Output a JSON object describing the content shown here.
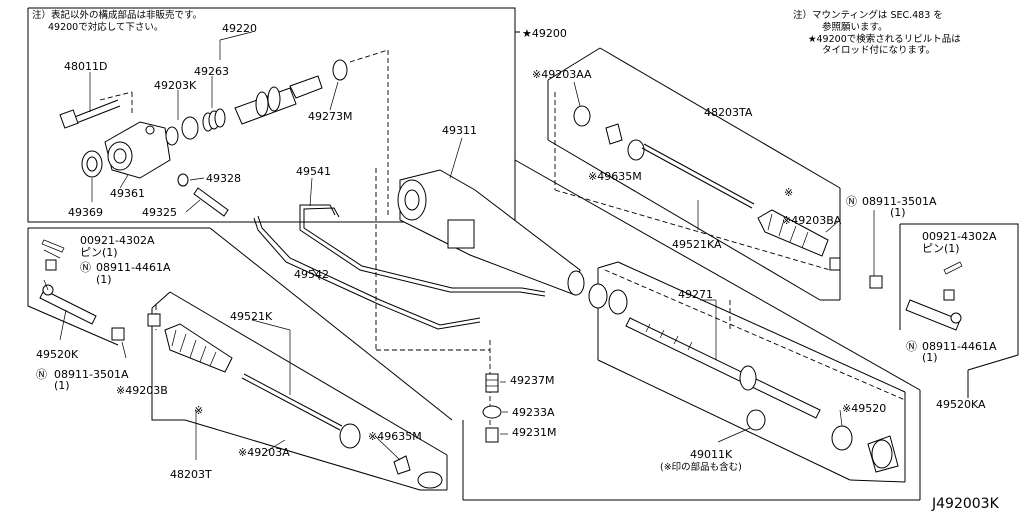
{
  "notes": {
    "top_left": [
      "注）表記以外の構成部品は非販売です。",
      "49200で対応して下さい。"
    ],
    "top_right": [
      "注）マウンティングは SEC.483 を",
      "参照願います。",
      "★49200で検索されるリビルト品は",
      "タイロッド付になります。"
    ]
  },
  "labels": {
    "p49220": "49220",
    "p48011D": "48011D",
    "p49203K": "49203K",
    "p49263": "49263",
    "p49273M": "49273M",
    "p49361": "49361",
    "p49328": "49328",
    "p49369": "49369",
    "p49325": "49325",
    "p49200": "★49200",
    "p49311": "49311",
    "p49541": "49541",
    "p49542": "49542",
    "p00921L": "00921-4302A",
    "pinL": "ピン(1)",
    "p08911L_pre": "Ⓝ",
    "p08911L": "08911-4461A",
    "qtyL": "(1)",
    "p49520K": "49520K",
    "p08911L2_pre": "Ⓝ",
    "p08911L2": "08911-3501A",
    "qtyL2": "(1)",
    "p49203B": "※49203B",
    "p49521K": "49521K",
    "p48203T": "48203T",
    "p49203A": "※49203A",
    "p49635M_L": "※49635M",
    "p49237M": "49237M",
    "p49233A": "49233A",
    "p49231M": "49231M",
    "p49271": "49271",
    "p49011K": "49011K",
    "p49011K_note": "(※印の部品も含む)",
    "p49520": "※49520",
    "p49203AA": "※49203AA",
    "p48203TA": "48203TA",
    "p49635M_R": "※49635M",
    "star_mark": "※",
    "p49521KA": "49521KA",
    "p49203BA": "※49203BA",
    "p08911R_pre": "Ⓝ",
    "p08911R": "08911-3501A",
    "qtyR": "(1)",
    "p00921R": "00921-4302A",
    "pinR": "ピン(1)",
    "p08911R2_pre": "Ⓝ",
    "p08911R2": "08911-4461A",
    "qtyR2": "(1)",
    "p49520KA": "49520KA",
    "star_mark2": "※",
    "diagram_id": "J492003K"
  }
}
